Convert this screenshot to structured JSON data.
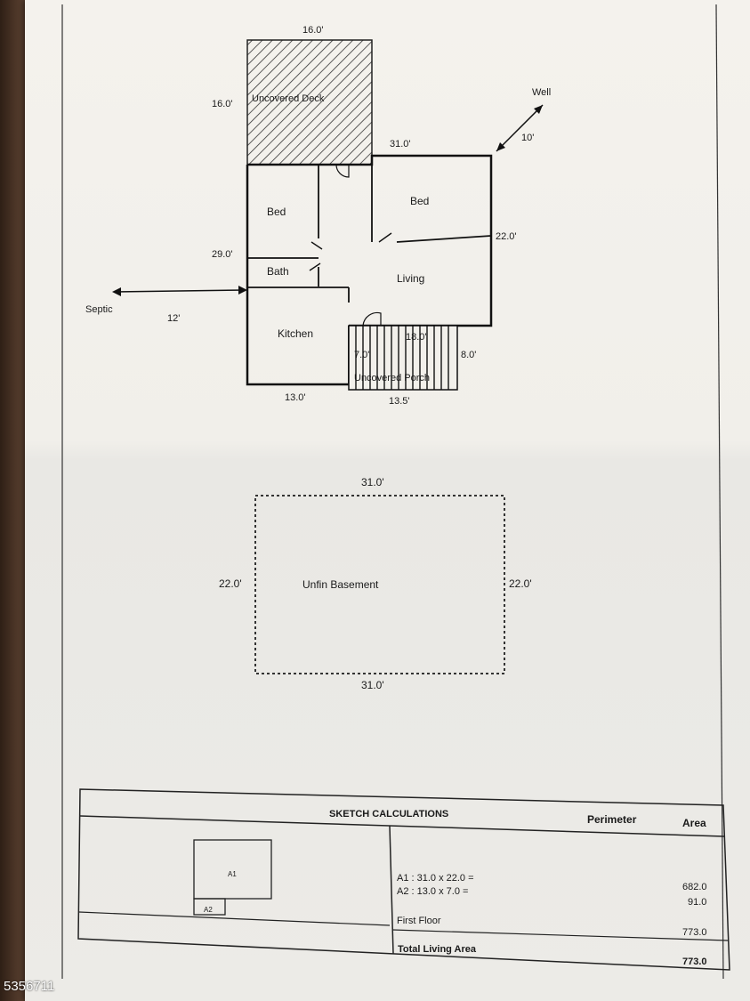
{
  "sketch": {
    "deck_width": "16.0'",
    "deck_depth": "16.0'",
    "deck_label": "Uncovered Deck",
    "well_label": "Well",
    "well_distance": "10'",
    "top_length": "31.0'",
    "left_length": "29.0'",
    "right_length": "22.0'",
    "rooms": {
      "bed_left": "Bed",
      "bed_right": "Bed",
      "bath": "Bath",
      "living": "Living",
      "kitchen": "Kitchen"
    },
    "septic_label": "Septic",
    "septic_distance": "12'",
    "porch_label": "Uncovered Porch",
    "porch_width_top": "18.0'",
    "porch_left": "7.0'",
    "porch_right": "8.0'",
    "porch_bottom": "13.5'",
    "kitchen_bottom": "13.0'"
  },
  "basement": {
    "label": "Unfin Basement",
    "top": "31.0'",
    "bottom": "31.0'",
    "left": "22.0'",
    "right": "22.0'"
  },
  "calculations": {
    "title": "SKETCH CALCULATIONS",
    "col_perimeter": "Perimeter",
    "col_area": "Area",
    "thumb_a1": "A1",
    "thumb_a2": "A2",
    "row_a1": "A1 : 31.0 x 22.0 =",
    "row_a2": "A2 : 13.0 x 7.0 =",
    "area_a1": "682.0",
    "area_a2": "91.0",
    "first_floor_label": "First Floor",
    "first_floor_area": "773.0",
    "total_label": "Total Living Area",
    "total_area": "773.0"
  },
  "watermark": "5356711"
}
